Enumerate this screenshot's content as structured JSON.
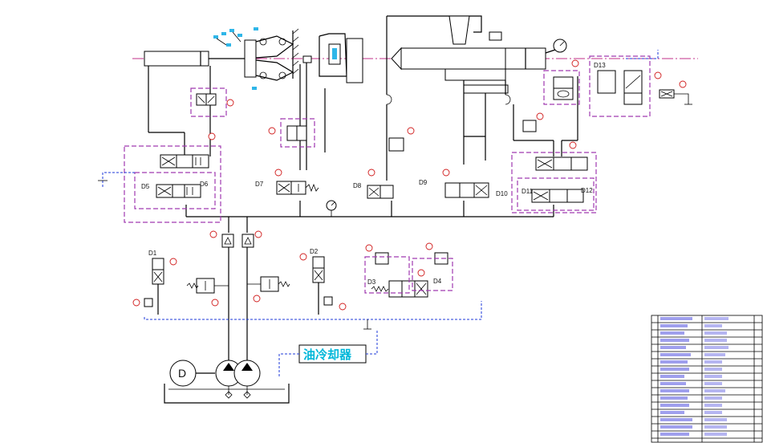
{
  "labels": {
    "d1": "D1",
    "d2": "D2",
    "d3": "D3",
    "d4": "D4",
    "d5": "D5",
    "d6": "D6",
    "d7": "D7",
    "d8": "D8",
    "d9": "D9",
    "d10": "D10",
    "d11": "D11",
    "d12": "D12",
    "d13": "D13",
    "motor": "D"
  },
  "cooler_label": "油冷却器",
  "colors": {
    "line": "#000000",
    "enclosure": "#a03ab0",
    "centerline": "#c0308a",
    "drain": "#1c3ad8",
    "callout": "#d01a1a",
    "cooler_text": "#00b7d9",
    "table_text": "#2b2bd8"
  }
}
